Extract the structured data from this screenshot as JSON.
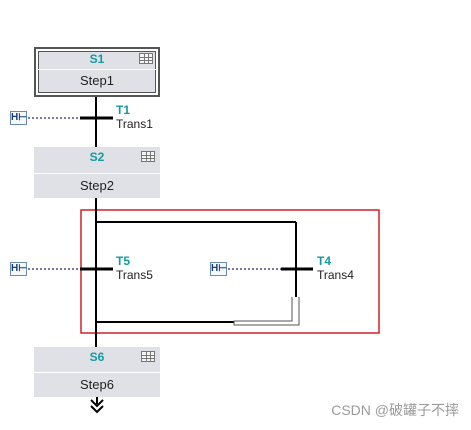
{
  "steps": [
    {
      "id": "S1",
      "name": "Step1"
    },
    {
      "id": "S2",
      "name": "Step2"
    },
    {
      "id": "S6",
      "name": "Step6"
    }
  ],
  "transitions": [
    {
      "id": "T1",
      "name": "Trans1"
    },
    {
      "id": "T5",
      "name": "Trans5"
    },
    {
      "id": "T4",
      "name": "Trans4"
    }
  ],
  "ladder_icon": "H",
  "highlight_color": "#d0202a",
  "watermark": "CSDN @破罐子不摔"
}
